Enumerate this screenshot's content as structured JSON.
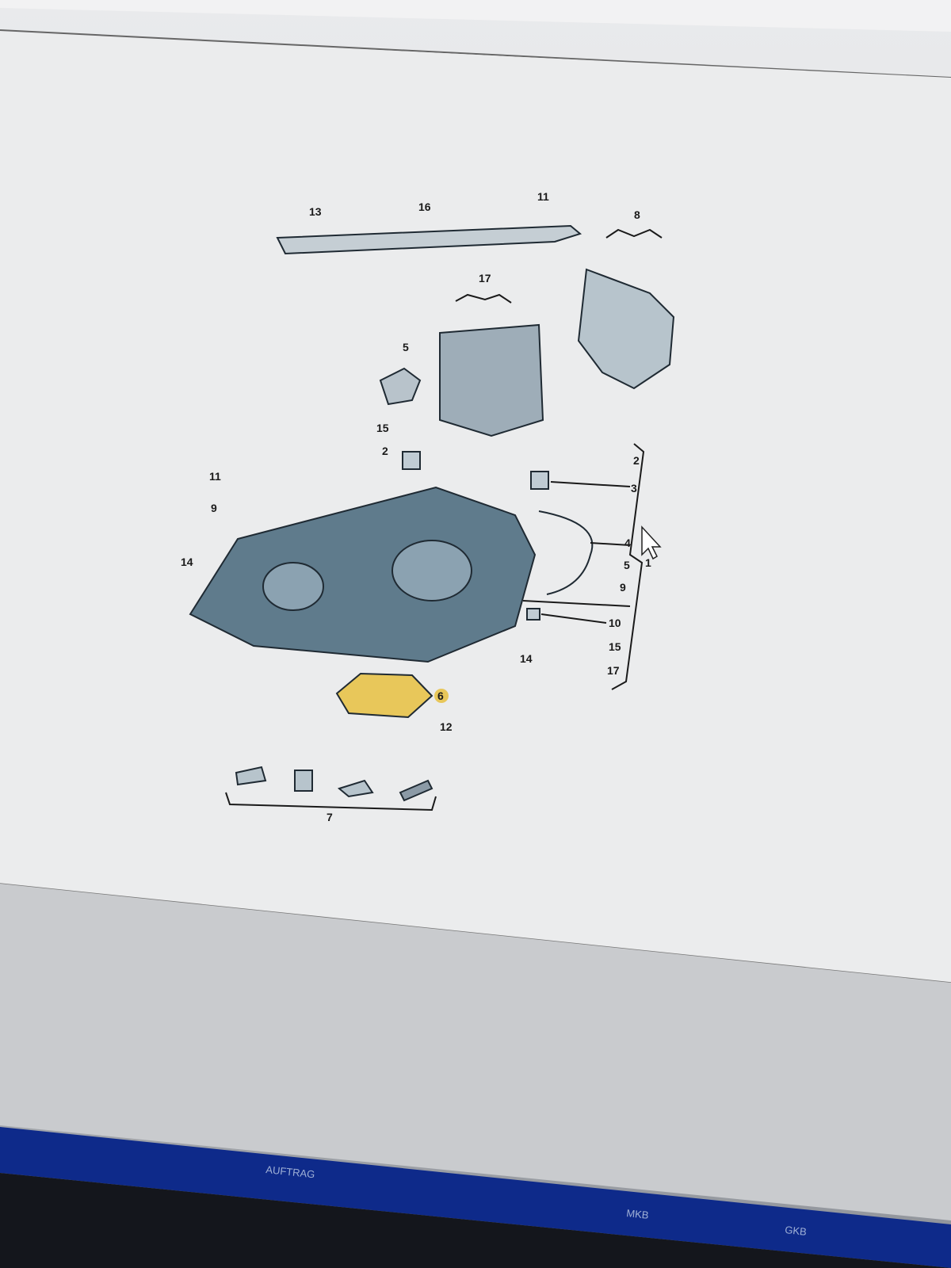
{
  "diagram": {
    "callouts": {
      "c13": "13",
      "c16": "16",
      "c11a": "11",
      "c8": "8",
      "c17": "17",
      "c5": "5",
      "c15": "15",
      "c2": "2",
      "c11b": "11",
      "c9": "9",
      "c14a": "14",
      "r2": "2",
      "r3": "3",
      "r4": "4",
      "r5": "5",
      "r1": "1",
      "r9": "9",
      "r10": "10",
      "r15": "15",
      "r17": "17",
      "c14b": "14",
      "c6": "6",
      "c12": "12",
      "c7": "7"
    },
    "highlighted_part": "6",
    "highlight_color": "#e8c75a"
  },
  "bottom_bar": {
    "color": "#0e2a8a",
    "tabs": [
      "AUFTRAG",
      "MKB",
      "GKB"
    ]
  }
}
